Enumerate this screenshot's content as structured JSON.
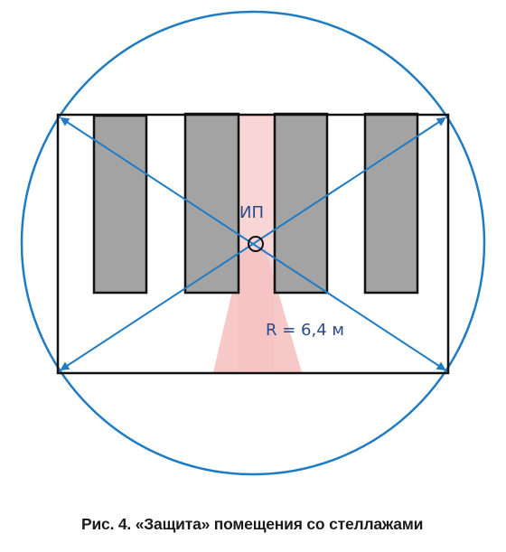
{
  "diagram": {
    "detector_label": "ИП",
    "radius_label": "R = 6,4 м",
    "colors": {
      "circle": "#1f7cc4",
      "arrows": "#1f7cc4",
      "room_outline": "#111111",
      "rack_fill": "#a3a3a3",
      "rack_stroke": "#111111",
      "aisle_fill": "#f8d6d6",
      "cone_fill": "#f5c2c2",
      "label_text": "#2a4a8a"
    }
  },
  "caption": {
    "text": "Рис. 4. «Защита» помещения со стеллажами"
  }
}
